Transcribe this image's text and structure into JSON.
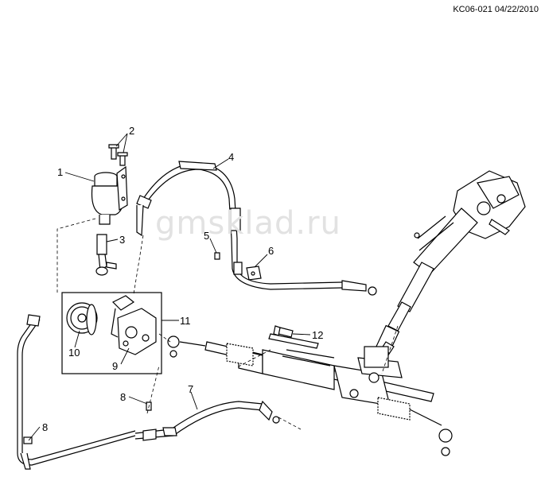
{
  "header": {
    "reference_code": "KC06-021 04/22/2010"
  },
  "watermark": "gmsklad.ru",
  "callouts": [
    {
      "id": "c1",
      "label": "1"
    },
    {
      "id": "c2",
      "label": "2"
    },
    {
      "id": "c3",
      "label": "3"
    },
    {
      "id": "c4",
      "label": "4"
    },
    {
      "id": "c5",
      "label": "5"
    },
    {
      "id": "c6",
      "label": "6"
    },
    {
      "id": "c7",
      "label": "7"
    },
    {
      "id": "c8a",
      "label": "8"
    },
    {
      "id": "c8b",
      "label": "8"
    },
    {
      "id": "c9",
      "label": "9"
    },
    {
      "id": "c10",
      "label": "10"
    },
    {
      "id": "c11",
      "label": "11"
    },
    {
      "id": "c12",
      "label": "12"
    }
  ]
}
